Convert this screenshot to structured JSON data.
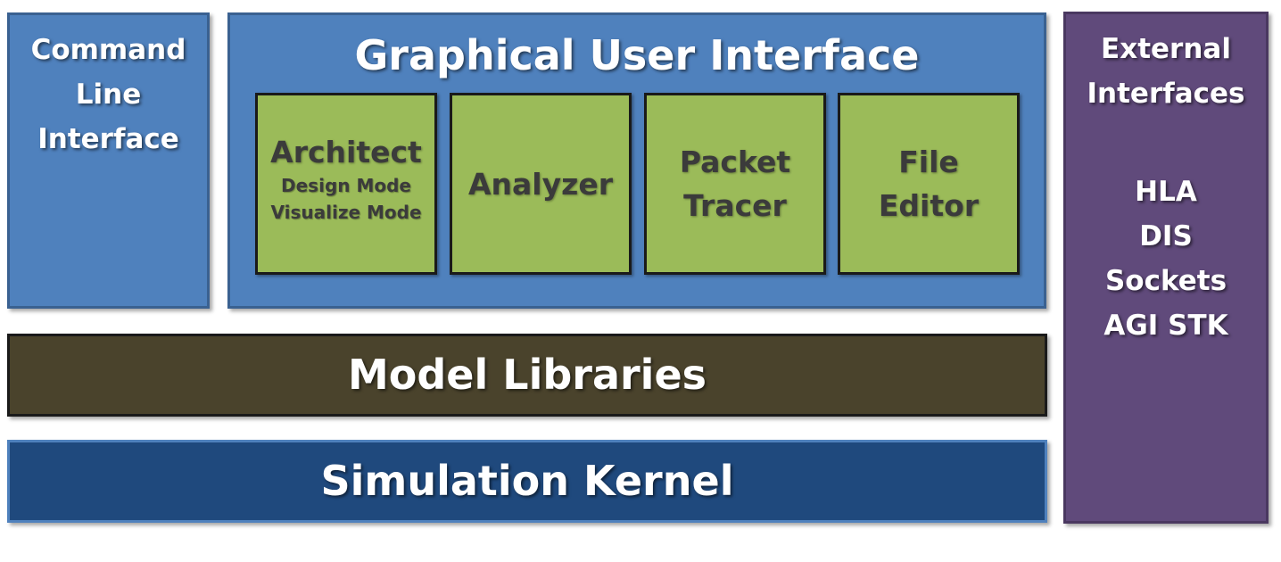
{
  "command_line": {
    "lines": [
      "Command",
      "Line",
      "Interface"
    ]
  },
  "gui": {
    "title": "Graphical User Interface",
    "boxes": [
      {
        "title_lines": [
          "Architect"
        ],
        "sub_lines": [
          "Design Mode",
          "Visualize Mode"
        ]
      },
      {
        "title_lines": [
          "Analyzer"
        ]
      },
      {
        "title_lines": [
          "Packet",
          "Tracer"
        ]
      },
      {
        "title_lines": [
          "File",
          "Editor"
        ]
      }
    ]
  },
  "external": {
    "title_lines": [
      "External",
      "Interfaces"
    ],
    "items": [
      "HLA",
      "DIS",
      "Sockets",
      "AGI STK"
    ]
  },
  "model_libraries": {
    "label": "Model Libraries"
  },
  "simulation_kernel": {
    "label": "Simulation Kernel"
  },
  "colors": {
    "blue_layer": "#4f81bd",
    "green_module": "#9bbb59",
    "purple_external": "#604a7b",
    "olive_models": "#4a432c",
    "navy_kernel": "#1f497d"
  }
}
